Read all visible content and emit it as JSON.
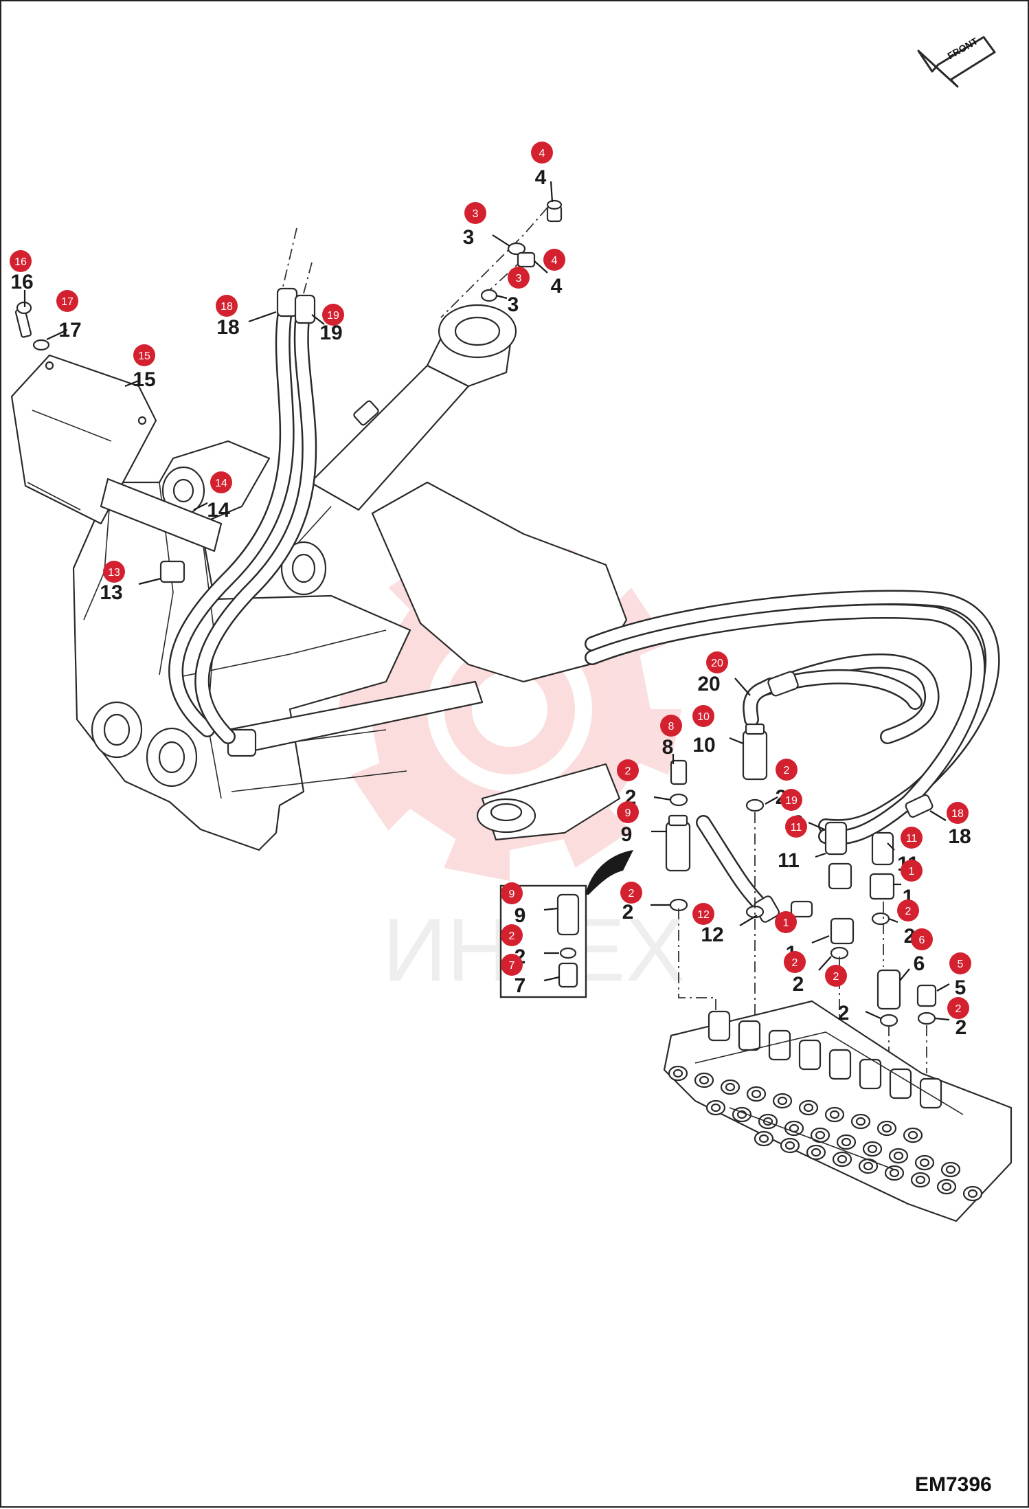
{
  "diagram_code": "EM7396",
  "watermark": {
    "text": "ИНТЕХ",
    "color": "#e8303a"
  },
  "front_arrow": {
    "label": "FRONT"
  },
  "colors": {
    "badge": "#d4212f",
    "line": "#2a2a2a"
  },
  "callouts": [
    {
      "id": "c16",
      "badge": "16",
      "text": "16"
    },
    {
      "id": "c17",
      "badge": "17",
      "text": "17"
    },
    {
      "id": "c15",
      "badge": "15",
      "text": "15"
    },
    {
      "id": "c18a",
      "badge": "18",
      "text": "18"
    },
    {
      "id": "c19a",
      "badge": "19",
      "text": "19"
    },
    {
      "id": "c14",
      "badge": "14",
      "text": "14"
    },
    {
      "id": "c13",
      "badge": "13",
      "text": "13"
    },
    {
      "id": "c4a",
      "badge": "4",
      "text": "4"
    },
    {
      "id": "c3a",
      "badge": "3",
      "text": "3"
    },
    {
      "id": "c4b",
      "badge": "4",
      "text": "4"
    },
    {
      "id": "c3b",
      "badge": "3",
      "text": "3"
    },
    {
      "id": "c20",
      "badge": "20",
      "text": "20"
    },
    {
      "id": "c8",
      "badge": "8",
      "text": "8"
    },
    {
      "id": "c10",
      "badge": "10",
      "text": "10"
    },
    {
      "id": "c2a",
      "badge": "2",
      "text": "2"
    },
    {
      "id": "c2b",
      "badge": "2",
      "text": "2"
    },
    {
      "id": "c9a",
      "badge": "9",
      "text": "9"
    },
    {
      "id": "c19b",
      "badge": "19",
      "text": "9"
    },
    {
      "id": "c11a",
      "badge": "11",
      "text": "11"
    },
    {
      "id": "c11b",
      "badge": "11",
      "text": "11"
    },
    {
      "id": "c18b",
      "badge": "18",
      "text": "18"
    },
    {
      "id": "c1a",
      "badge": "1",
      "text": "1"
    },
    {
      "id": "c2c",
      "badge": "2",
      "text": "2"
    },
    {
      "id": "c12",
      "badge": "12",
      "text": "12"
    },
    {
      "id": "c1b",
      "badge": "1",
      "text": "1"
    },
    {
      "id": "c2d",
      "badge": "2",
      "text": "2"
    },
    {
      "id": "c2e",
      "badge": "2",
      "text": "2"
    },
    {
      "id": "c2f",
      "badge": "2",
      "text": "2"
    },
    {
      "id": "c6",
      "badge": "6",
      "text": "6"
    },
    {
      "id": "c5",
      "badge": "5",
      "text": "5"
    },
    {
      "id": "c2g",
      "badge": "2",
      "text": "2"
    },
    {
      "id": "c2h",
      "badge": "",
      "text": "2"
    },
    {
      "id": "c9b",
      "badge": "9",
      "text": "9"
    },
    {
      "id": "c2i",
      "badge": "2",
      "text": "2"
    },
    {
      "id": "c7",
      "badge": "7",
      "text": "7"
    }
  ]
}
